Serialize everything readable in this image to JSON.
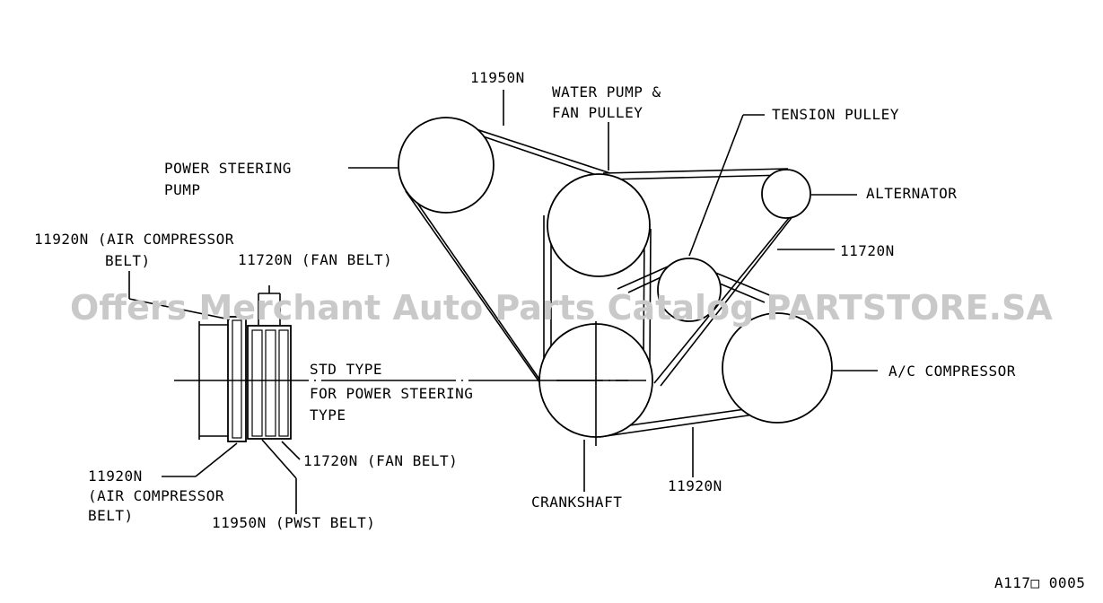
{
  "labels": {
    "belt_11950n_top": "11950N",
    "water_pump_1": "WATER PUMP &",
    "water_pump_2": "FAN PULLEY",
    "tension_pulley": "TENSION PULLEY",
    "power_steering_1": "POWER STEERING",
    "power_steering_2": "PUMP",
    "alternator": "ALTERNATOR",
    "belt_11720n_right": "11720N",
    "air_comp_top_1": "11920N (AIR COMPRESSOR",
    "air_comp_top_2": "BELT)",
    "fan_belt_top": "11720N (FAN BELT)",
    "std_type": "STD TYPE",
    "for_ps_1": "FOR POWER STEERING",
    "for_ps_2": "TYPE",
    "ac_compressor": "A/C COMPRESSOR",
    "fan_belt_bottom": "11720N (FAN BELT)",
    "air_comp_bot_1": "11920N",
    "air_comp_bot_2": "(AIR COMPRESSOR",
    "air_comp_bot_3": "BELT)",
    "pwst_belt": "11950N (PWST BELT)",
    "crankshaft": "CRANKSHAFT",
    "belt_11920n_bottom": "11920N",
    "figure_code": "A117□ 0005"
  },
  "watermark": "Offers Merchant Auto Parts Catalog PARTSTORE.SA"
}
